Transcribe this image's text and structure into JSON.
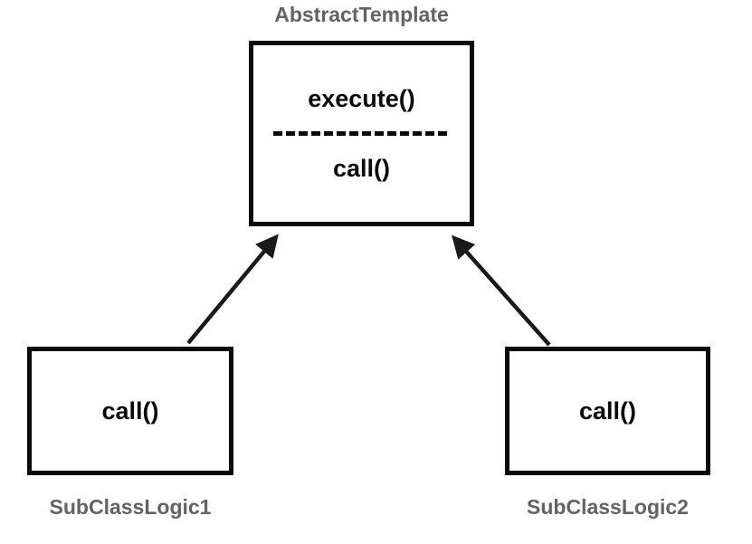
{
  "diagram": {
    "title": "AbstractTemplate",
    "abstract_box": {
      "methods": [
        "execute()",
        "call()"
      ]
    },
    "subclass1": {
      "label": "SubClassLogic1",
      "method": "call()"
    },
    "subclass2": {
      "label": "SubClassLogic2",
      "method": "call()"
    },
    "colors": {
      "box_border": "#0a0a0a",
      "method_text": "#0a0a0a",
      "class_label_gray": "#636363",
      "arrow": "#1a1a1a",
      "background": "#ffffff"
    }
  }
}
